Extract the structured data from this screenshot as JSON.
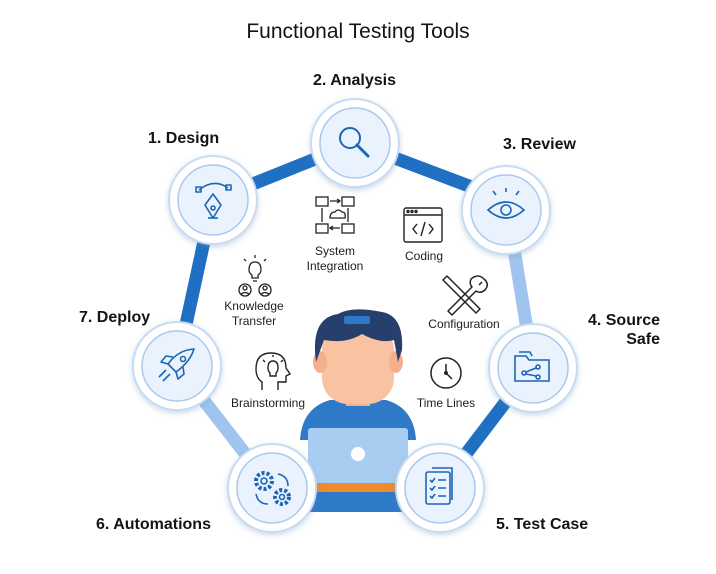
{
  "title": "Functional Testing Tools",
  "steps": [
    {
      "label": "1. Design",
      "icon": "pen-tool-icon"
    },
    {
      "label": "2. Analysis",
      "icon": "magnifier-icon"
    },
    {
      "label": "3. Review",
      "icon": "eye-icon"
    },
    {
      "label_lines": [
        "4. Source",
        "Safe"
      ],
      "icon": "folder-network-icon"
    },
    {
      "label": "5. Test Case",
      "icon": "checklist-icon"
    },
    {
      "label": "6. Automations",
      "icon": "gears-icon"
    },
    {
      "label": "7. Deploy",
      "icon": "rocket-icon"
    }
  ],
  "center_items": [
    {
      "label_lines": [
        "System",
        "Integration"
      ],
      "icon": "network-computers-icon"
    },
    {
      "label": "Coding",
      "icon": "code-window-icon"
    },
    {
      "label_lines": [
        "Knowledge",
        "Transfer"
      ],
      "icon": "knowledge-transfer-icon"
    },
    {
      "label": "Configuration",
      "icon": "tools-icon"
    },
    {
      "label": "Brainstorming",
      "icon": "head-lightbulb-icon"
    },
    {
      "label": "Time Lines",
      "icon": "clock-icon"
    }
  ],
  "colors": {
    "ring_dark": "#1f6fc2",
    "ring_light": "#9fc4ef",
    "node_fill": "#eaf3fd",
    "icon_stroke": "#1d66b7",
    "hair": "#27406b",
    "skin": "#f9c3a1",
    "shirt": "#2e79c8",
    "laptop": "#a8cdf0",
    "laptop_band": "#f08a2c"
  }
}
